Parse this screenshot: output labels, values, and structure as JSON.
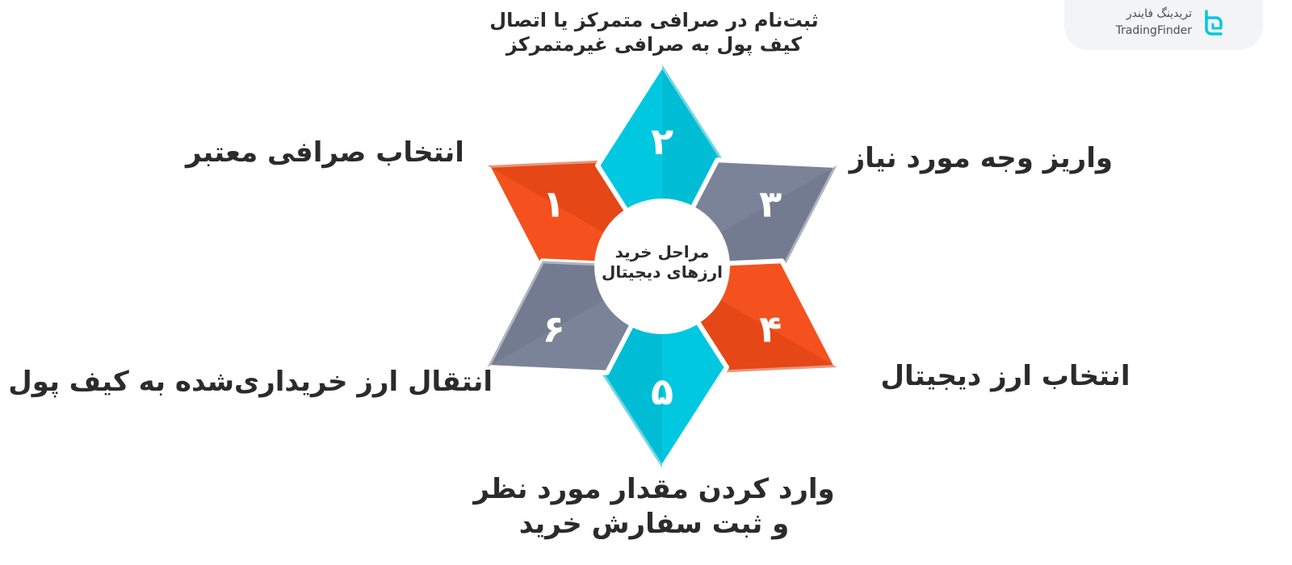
{
  "center": {
    "title": "مراحل خرید ارزهای دیجیتال"
  },
  "colors": {
    "orange": "#f4511e",
    "cyan": "#00c8e0",
    "slate": "#7b8398",
    "text": "#2b2b2b"
  },
  "steps": [
    {
      "number": "۱",
      "label": "انتخاب صرافی معتبر",
      "color": "orange"
    },
    {
      "number": "۲",
      "label": "ثبت‌نام  در صرافی متمرکز یا اتصال کیف پول به صرافی غیرمتمرکز",
      "color": "cyan"
    },
    {
      "number": "۳",
      "label": "واریز وجه مورد نیاز",
      "color": "slate"
    },
    {
      "number": "۴",
      "label": "انتخاب ارز دیجیتال",
      "color": "orange"
    },
    {
      "number": "۵",
      "label": "وارد کردن مقدار مورد نظر و ثبت سفارش خرید",
      "color": "cyan"
    },
    {
      "number": "۶",
      "label": "انتقال ارز خریداری‌شده به کیف پول",
      "color": "slate"
    }
  ],
  "brand": {
    "name_fa": "تریدینگ فایندر",
    "name_en": "TradingFinder",
    "icon": "tradingfinder-logo"
  }
}
